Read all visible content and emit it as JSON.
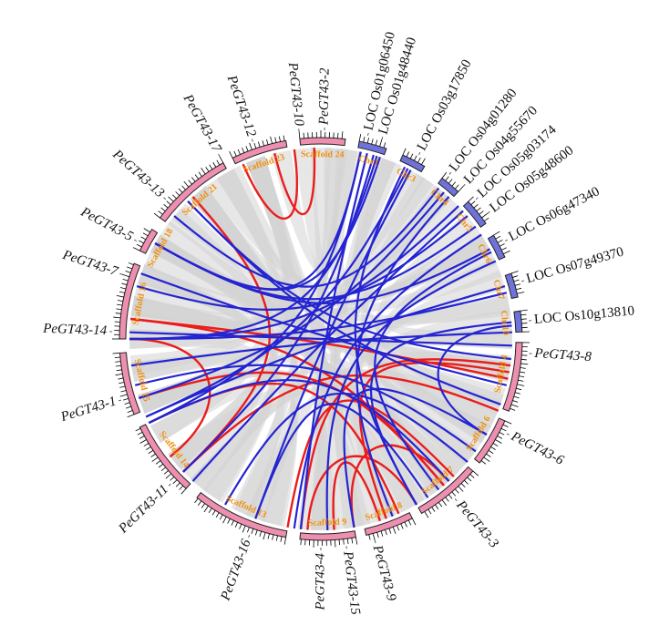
{
  "colors": {
    "poplar_segment": "#ee8fb2",
    "rice_segment": "#6f72d8",
    "segment_label": "#f0900f",
    "background_link": "#d4d4d4",
    "paralog_link": "#ea1c1c",
    "ortholog_link": "#2424d2",
    "tick": "#000000"
  },
  "segments": [
    {
      "id": "s24",
      "label": "Scaffold 24",
      "group": "poplar",
      "start": -6,
      "end": 7
    },
    {
      "id": "chr1",
      "label": "Chr1",
      "group": "rice",
      "start": 11,
      "end": 19
    },
    {
      "id": "chr3",
      "label": "Chr3",
      "group": "rice",
      "start": 24,
      "end": 31
    },
    {
      "id": "chr4",
      "label": "Chr4",
      "group": "rice",
      "start": 37,
      "end": 43
    },
    {
      "id": "chr5",
      "label": "Chr5",
      "group": "rice",
      "start": 47,
      "end": 55
    },
    {
      "id": "chr6",
      "label": "Chr6",
      "group": "rice",
      "start": 59,
      "end": 66
    },
    {
      "id": "chr7",
      "label": "Chr7",
      "group": "rice",
      "start": 71,
      "end": 78
    },
    {
      "id": "chr10",
      "label": "Chr10",
      "group": "rice",
      "start": 82,
      "end": 88
    },
    {
      "id": "s4",
      "label": "Scaffold 4",
      "group": "poplar",
      "start": 91,
      "end": 111
    },
    {
      "id": "s6",
      "label": "Scaffold 6",
      "group": "poplar",
      "start": 114,
      "end": 128
    },
    {
      "id": "s7",
      "label": "Scaffold 7",
      "group": "poplar",
      "start": 131,
      "end": 150
    },
    {
      "id": "s8",
      "label": "Scaffold 8",
      "group": "poplar",
      "start": 153,
      "end": 167
    },
    {
      "id": "s9",
      "label": "Scaffold 9",
      "group": "poplar",
      "start": 170,
      "end": 186
    },
    {
      "id": "s13",
      "label": "Scaffold 13",
      "group": "poplar",
      "start": 190,
      "end": 218
    },
    {
      "id": "s14",
      "label": "Scaffold 14",
      "group": "poplar",
      "start": 222,
      "end": 244
    },
    {
      "id": "s15",
      "label": "Scaffold 15",
      "group": "poplar",
      "start": 248,
      "end": 266
    },
    {
      "id": "s16",
      "label": "Scaffold 16",
      "group": "poplar",
      "start": 270,
      "end": 292
    },
    {
      "id": "s18",
      "label": "Scaffold 18",
      "group": "poplar",
      "start": 296,
      "end": 303
    },
    {
      "id": "s21",
      "label": "Scaffold 21",
      "group": "poplar",
      "start": 307,
      "end": 331
    },
    {
      "id": "s23",
      "label": "Scaffold 23",
      "group": "poplar",
      "start": 334,
      "end": 350
    }
  ],
  "genes": [
    {
      "name": "PeGT43-2",
      "italic": true,
      "angle": 1
    },
    {
      "name": "LOC Os01g06450",
      "italic": false,
      "angle": 13
    },
    {
      "name": "LOC Os01g48440",
      "italic": false,
      "angle": 17
    },
    {
      "name": "LOC Os03g17850",
      "italic": false,
      "angle": 28
    },
    {
      "name": "LOC Os04g01280",
      "italic": false,
      "angle": 38
    },
    {
      "name": "LOC Os04g55670",
      "italic": false,
      "angle": 43
    },
    {
      "name": "LOC Os05g03174",
      "italic": false,
      "angle": 48
    },
    {
      "name": "LOC Os05g48600",
      "italic": false,
      "angle": 53
    },
    {
      "name": "LOC Os06g47340",
      "italic": false,
      "angle": 62
    },
    {
      "name": "LOC Os07g49370",
      "italic": false,
      "angle": 74
    },
    {
      "name": "LOC Os10g13810",
      "italic": false,
      "angle": 85
    },
    {
      "name": "PeGT43-8",
      "italic": true,
      "angle": 94
    },
    {
      "name": "PeGT43-6",
      "italic": true,
      "angle": 117
    },
    {
      "name": "PeGT43-3",
      "italic": true,
      "angle": 140
    },
    {
      "name": "PeGT43-9",
      "italic": true,
      "angle": 165
    },
    {
      "name": "PeGT43-15",
      "italic": true,
      "angle": 173
    },
    {
      "name": "PeGT43-4",
      "italic": true,
      "angle": 180
    },
    {
      "name": "PeGT43-16",
      "italic": true,
      "angle": 200
    },
    {
      "name": "PeGT43-11",
      "italic": true,
      "angle": 226
    },
    {
      "name": "PeGT43-1",
      "italic": true,
      "angle": 253
    },
    {
      "name": "PeGT43-14",
      "italic": true,
      "angle": 272
    },
    {
      "name": "PeGT43-7",
      "italic": true,
      "angle": 288
    },
    {
      "name": "PeGT43-5",
      "italic": true,
      "angle": 298
    },
    {
      "name": "PeGT43-13",
      "italic": true,
      "angle": 312
    },
    {
      "name": "PeGT43-17",
      "italic": true,
      "angle": 331
    },
    {
      "name": "PeGT43-12",
      "italic": true,
      "angle": 341
    },
    {
      "name": "PeGT43-10",
      "italic": true,
      "angle": 354
    }
  ],
  "paralog_links": [
    [
      336,
      352
    ],
    [
      346,
      358
    ],
    [
      318,
      226
    ],
    [
      276,
      102
    ],
    [
      276,
      140
    ],
    [
      270,
      232
    ],
    [
      252,
      140
    ],
    [
      226,
      112
    ],
    [
      186,
      98
    ],
    [
      190,
      136
    ],
    [
      184,
      150
    ],
    [
      176,
      162
    ],
    [
      170,
      138
    ],
    [
      244,
      156
    ],
    [
      160,
      100
    ]
  ],
  "ortholog_links": [
    [
      14,
      186
    ],
    [
      16,
      226
    ],
    [
      17,
      270
    ],
    [
      12,
      244
    ],
    [
      12,
      300
    ],
    [
      18,
      300
    ],
    [
      26,
      150
    ],
    [
      28,
      200
    ],
    [
      27,
      246
    ],
    [
      38,
      310
    ],
    [
      40,
      252
    ],
    [
      42,
      158
    ],
    [
      46,
      270
    ],
    [
      48,
      222
    ],
    [
      50,
      286
    ],
    [
      54,
      300
    ],
    [
      57,
      188
    ],
    [
      62,
      300
    ],
    [
      63,
      142
    ],
    [
      66,
      178
    ],
    [
      74,
      246
    ],
    [
      76,
      270
    ],
    [
      85,
      150
    ],
    [
      86,
      120
    ],
    [
      88,
      262
    ],
    [
      92,
      272
    ],
    [
      96,
      316
    ],
    [
      104,
      290
    ],
    [
      110,
      316
    ],
    [
      120,
      170
    ],
    [
      126,
      256
    ],
    [
      130,
      210
    ],
    [
      138,
      244
    ],
    [
      146,
      200
    ]
  ],
  "background_links": [
    [
      0,
      180
    ],
    [
      5,
      200
    ],
    [
      9,
      230
    ],
    [
      22,
      170
    ],
    [
      33,
      250
    ],
    [
      45,
      290
    ],
    [
      58,
      280
    ],
    [
      68,
      300
    ],
    [
      79,
      270
    ],
    [
      90,
      260
    ],
    [
      100,
      300
    ],
    [
      108,
      280
    ],
    [
      115,
      300
    ],
    [
      124,
      280
    ],
    [
      133,
      230
    ],
    [
      142,
      220
    ],
    [
      152,
      250
    ],
    [
      160,
      300
    ],
    [
      168,
      320
    ],
    [
      178,
      330
    ],
    [
      195,
      320
    ],
    [
      205,
      340
    ],
    [
      215,
      300
    ],
    [
      230,
      340
    ],
    [
      240,
      290
    ],
    [
      250,
      320
    ],
    [
      262,
      340
    ],
    [
      275,
      330
    ],
    [
      285,
      320
    ],
    [
      295,
      340
    ],
    [
      305,
      60
    ],
    [
      312,
      80
    ],
    [
      320,
      100
    ],
    [
      326,
      40
    ],
    [
      332,
      120
    ],
    [
      340,
      150
    ],
    [
      348,
      30
    ],
    [
      355,
      140
    ],
    [
      4,
      120
    ],
    [
      8,
      60
    ],
    [
      20,
      90
    ],
    [
      35,
      130
    ],
    [
      52,
      110
    ],
    [
      64,
      140
    ],
    [
      72,
      160
    ],
    [
      84,
      180
    ],
    [
      98,
      200
    ],
    [
      112,
      220
    ],
    [
      118,
      240
    ],
    [
      128,
      260
    ],
    [
      136,
      280
    ],
    [
      146,
      300
    ],
    [
      156,
      320
    ],
    [
      166,
      340
    ],
    [
      174,
      20
    ],
    [
      184,
      40
    ],
    [
      194,
      250
    ],
    [
      204,
      270
    ],
    [
      214,
      290
    ],
    [
      224,
      310
    ]
  ]
}
